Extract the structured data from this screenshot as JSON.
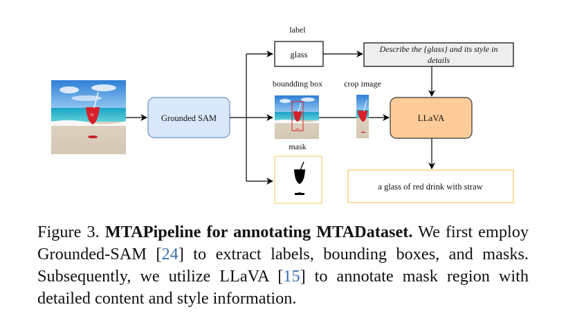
{
  "diagram": {
    "labels": {
      "label": "label",
      "bbox": "boundding box",
      "crop": "crop image",
      "mask": "mask"
    },
    "nodes": {
      "grounded_sam": "Grounded SAM",
      "glass": "glass",
      "prompt_line1": "Describe the {glass} and its style in",
      "prompt_line2": "details",
      "llava": "LLaVA",
      "output": "a glass of red drink with straw"
    },
    "colors": {
      "grounded_sam_fill": "#dae8fc",
      "grounded_sam_stroke": "#6c8ebf",
      "llava_fill": "#ffcc99",
      "llava_stroke": "#b46504",
      "prompt_fill": "#eeeeee",
      "output_stroke": "#f5c85a"
    }
  },
  "caption": {
    "figure_label": "Figure 3.",
    "title": "MTAPipeline for annotating MTADataset.",
    "text1": "We first employ Grounded-SAM [",
    "ref1": "24",
    "text2": "] to extract labels, bounding boxes, and masks. Subsequently, we utilize LLaVA [",
    "ref2": "15",
    "text3": "] to annotate mask region with detailed content and style information."
  }
}
